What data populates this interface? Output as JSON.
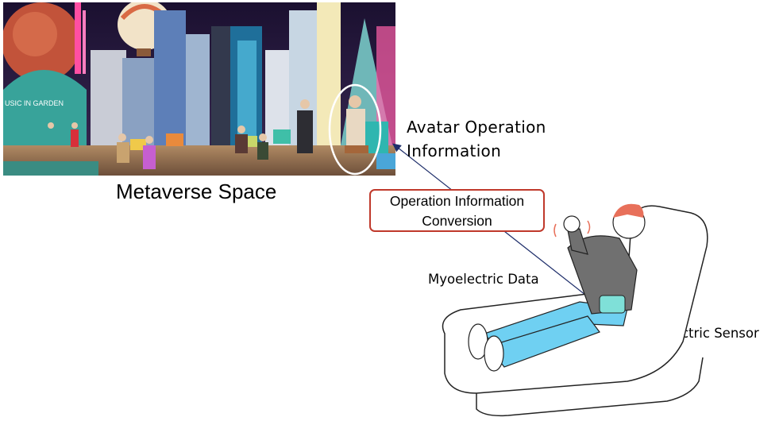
{
  "scene": {
    "sign_text": "USIC IN GARDEN"
  },
  "labels": {
    "metaverse_space": "Metaverse Space",
    "avatar_operation_line1": "Avatar Operation",
    "avatar_operation_line2": "Information",
    "conversion_line1": "Operation Information",
    "conversion_line2": "Conversion",
    "myoelectric_data": "Myoelectric Data",
    "myoelectric_sensor": "Myoelectric Sensor"
  },
  "colors": {
    "conversion_border": "#c0392b",
    "arrow": "#1f2f6b",
    "highlight_ellipse": "#ffffff",
    "sensor": "#7fe0d8",
    "pants": "#6fd0f2",
    "hair": "#e8705a"
  }
}
